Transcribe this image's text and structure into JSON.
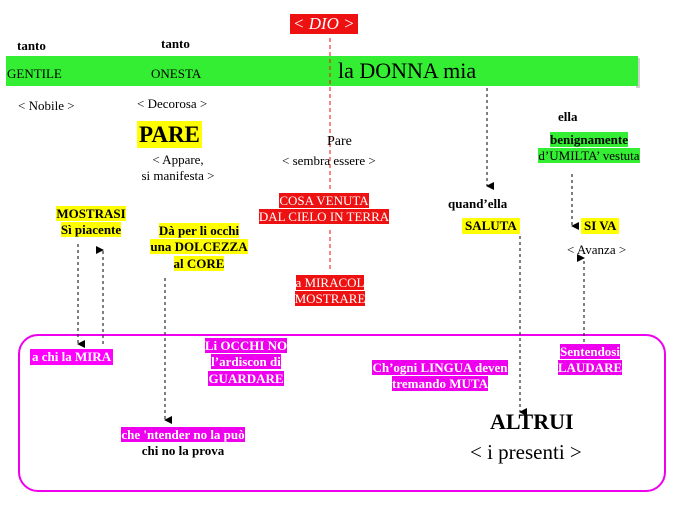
{
  "title": "< DIO >",
  "top_labels": {
    "tanto1": "tanto",
    "tanto2": "tanto"
  },
  "band": {
    "gentile": "GENTILE",
    "onesta": "ONESTA",
    "donna": "la  DONNA mia"
  },
  "row1": {
    "nobile": "< Nobile  >",
    "decorosa": "< Decorosa >",
    "pare_big": "PARE",
    "appare_1": "< Appare,",
    "appare_2": "si manifesta >",
    "pare_small": "Pare",
    "sembra": "< sembra essere >",
    "ella": "ella",
    "benignamente_1": "benignamente",
    "benignamente_2": "d’UMILTA’ vestuta"
  },
  "middle": {
    "mostrasi_1": "MOSTRASI",
    "mostrasi_2": "Sì piacente",
    "da_1": "Dà per li occhi",
    "da_2": "una DOLCEZZA",
    "da_3": "al CORE",
    "cosa_1": "COSA VENUTA",
    "cosa_2": "DAL CIELO IN TERRA",
    "quandella": "quand’ella",
    "saluta": "SALUTA",
    "siva": "SI VA",
    "avanza": "< Avanza >",
    "miracol_1": "a MIRACOL",
    "miracol_2": "MOSTRARE"
  },
  "bottom": {
    "achi": "a chi la MIRA",
    "occhi_1": "Li OCCHI NO",
    "occhi_2": "l’ardiscon di",
    "occhi_3": "GUARDARE",
    "lingua_1": "Ch’ogni LINGUA deven",
    "lingua_2": "tremando MUTA",
    "sentendosi_1": "Sentendosi",
    "sentendosi_2": "LAUDARE",
    "ntender_1": "che 'ntender no la può",
    "ntender_2": "chi no la prova",
    "altrui": "ALTRUI",
    "presenti": "< i presenti >"
  },
  "colors": {
    "green": "#33ee33",
    "yellow": "#ffff00",
    "red": "#ee1111",
    "magenta": "#ff00ff"
  }
}
